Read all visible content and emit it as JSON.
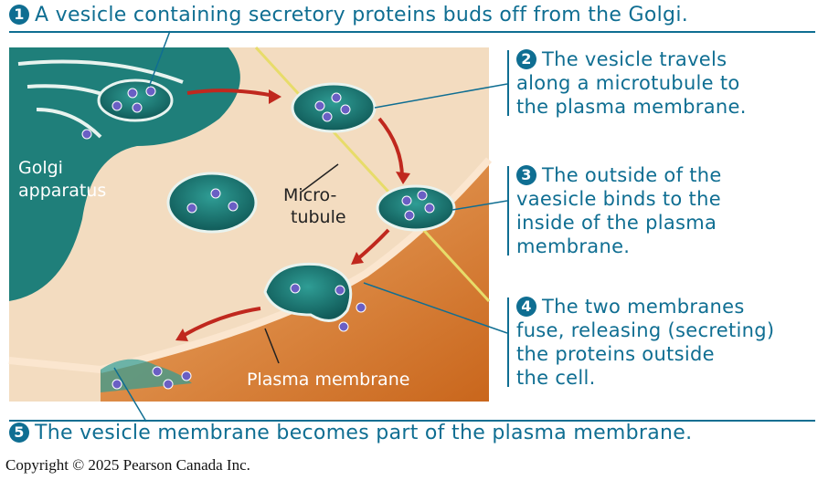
{
  "steps": [
    {
      "num": "1",
      "text": "A vesicle containing secretory proteins buds off from the Golgi."
    },
    {
      "num": "2",
      "lines": [
        "The vesicle travels",
        "along a microtubule to",
        "the plasma membrane."
      ]
    },
    {
      "num": "3",
      "lines": [
        "The outside of the",
        "vaesicle binds to the",
        "inside of the plasma",
        "membrane."
      ]
    },
    {
      "num": "4",
      "lines": [
        "The two membranes",
        "fuse, releasing (secreting)",
        "the proteins outside",
        "the cell."
      ]
    },
    {
      "num": "5",
      "text": "The vesicle membrane becomes part of the plasma membrane."
    }
  ],
  "labels": {
    "golgi": [
      "Golgi",
      "apparatus"
    ],
    "microtubule": [
      "Micro-",
      "tubule"
    ],
    "plasma_membrane": "Plasma membrane"
  },
  "copyright": "Copyright © 2025 Pearson Canada Inc.",
  "colors": {
    "text": "#0f6e92",
    "teal": "#1f7f7a",
    "cytoplasm": "#f3dcc0",
    "extracellular": "#e0882f",
    "arrow": "#c0281e",
    "protein": "#6a5fc4"
  }
}
